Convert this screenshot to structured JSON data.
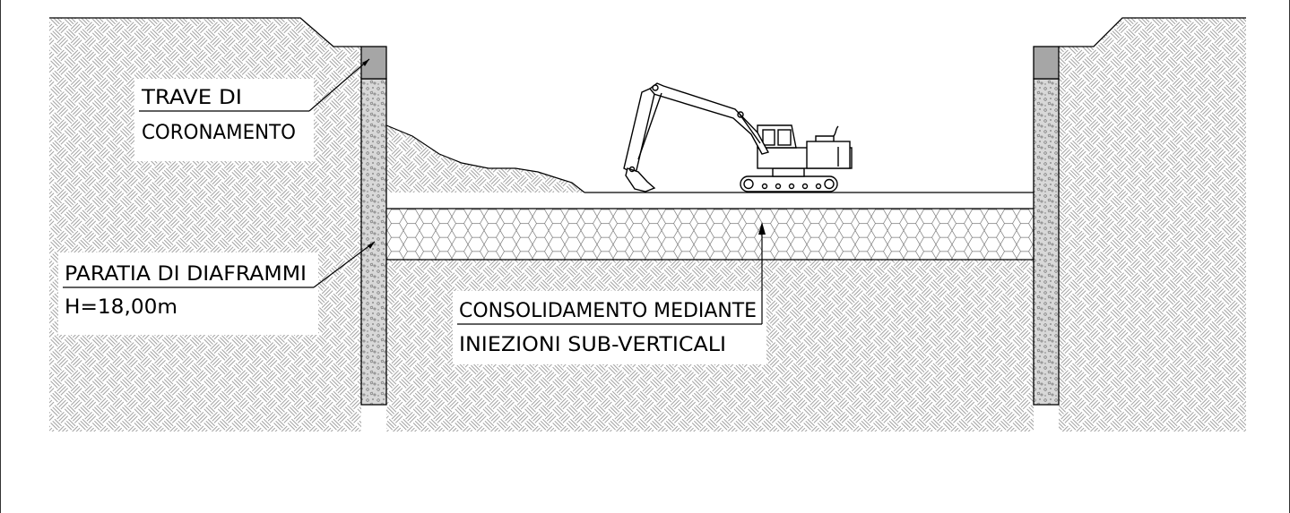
{
  "labels": {
    "trave_line1": "TRAVE DI",
    "trave_line2": "CORONAMENTO",
    "paratia_line1": "PARATIA DI DIAFRAMMI",
    "paratia_line2": "H=18,00m",
    "consolidamento_line1": "CONSOLIDAMENTO MEDIANTE",
    "consolidamento_line2": "INIEZIONI SUB-VERTICALI"
  },
  "colors": {
    "line": "#000000",
    "hatch": "#8a8a8a",
    "beam_fill": "#a6a6a6",
    "wall_fill": "#d8d8d8"
  }
}
